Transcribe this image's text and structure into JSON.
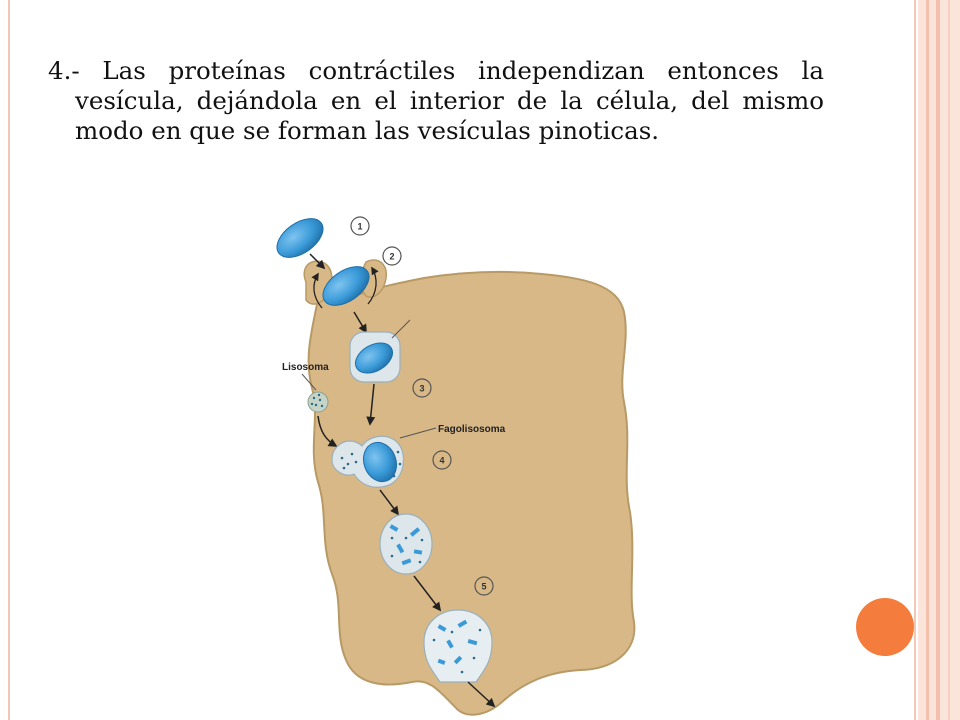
{
  "slide": {
    "text": "4.- Las proteínas contráctiles independizan entonces la vesícula, dejándola en el interior de la célula, del mismo modo en que se forman las vesículas pinoticas."
  },
  "diagram": {
    "labels": {
      "lysosome": "Lisosoma",
      "phagolysosome": "Fagolisosoma"
    },
    "steps": [
      "1",
      "2",
      "3",
      "4",
      "5"
    ]
  },
  "colors": {
    "cell": "#d8b886",
    "cell_outline": "#b89a66",
    "bacterium": "#3a9ad8",
    "vesicle": "#dde6ea",
    "accent": "#f47c3c",
    "frame": "#f2c7b8"
  }
}
